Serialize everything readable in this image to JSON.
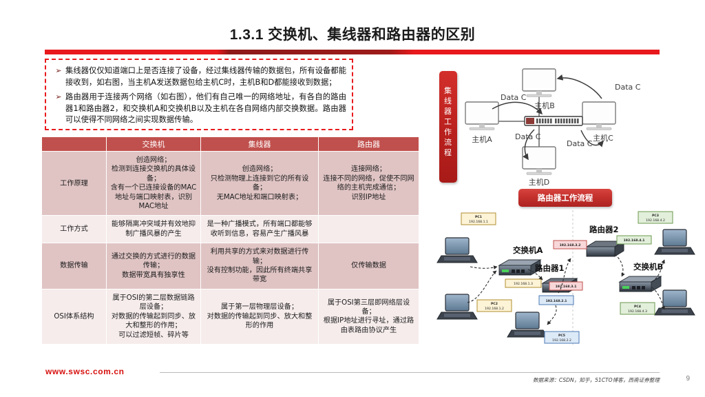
{
  "slide": {
    "title": "1.3.1 交换机、集线器和路由器的区别",
    "page_number": "9",
    "accent_color": "#e8191c",
    "header_bar_color": "#c0504d"
  },
  "bullets": [
    {
      "marker": "➢",
      "text": "集线器仅仅知道端口上是否连接了设备，经过集线器传输的数据包，所有设备都能接收到，如右图，当主机A发送数据包给主机C时，主机B和D都能接收到数据；"
    },
    {
      "marker": "➢",
      "text": "路由器用于连接两个网络（如右图），他们有自己唯一的网络地址，有各自的路由器1和路由器2，和交换机A和交换机B以及主机在各自网络内部交换数据。路由器可以使得不同网络之间实现数据传输。"
    }
  ],
  "table": {
    "headers": [
      "",
      "交换机",
      "集线器",
      "路由器"
    ],
    "rows": [
      {
        "label": "工作原理",
        "cells": [
          "创造网络；\n检测到连接交换机的具体设备；\n含有一个已连接设备的MAC地址与端口映射表，识别MAC地址",
          "创造网络；\n只检测物理上连接到它的所有设备；\n无MAC地址和端口映射表；",
          "连接网络；\n连接不同的网络，促使不同网络的主机完成通信；\n识别IP地址"
        ]
      },
      {
        "label": "工作方式",
        "cells": [
          "能够隔离冲突域并有效地抑制广播风暴的产生",
          "是一种广播模式，所有端口都能够收听到信息，容易产生广播风暴",
          ""
        ]
      },
      {
        "label": "数据传输",
        "cells": [
          "通过交换的方式进行的数据传输；\n数据带宽具有独享性",
          "利用共享的方式来对数据进行传输；\n没有控制功能，因此所有终端共享带宽",
          "仅传输数据"
        ]
      },
      {
        "label": "OSI体系结构",
        "cells": [
          "属于OSI的第二层数据链路层设备；\n对数据的传输起到同步、放大和整形的作用；\n可以过滤短帧、碎片等",
          "属于第一层物理层设备；\n对数据的传输起到同步、放大和整形的作用",
          "属于OSI第三层即网络层设备；\n根据IP地址进行寻址，通过路由表路由协议产生"
        ]
      }
    ]
  },
  "hub_diagram": {
    "banner": "集线器工作流程",
    "banner_chars": [
      "集",
      "线",
      "器",
      "工",
      "作",
      "流",
      "程"
    ],
    "hosts": [
      {
        "name": "主机A",
        "position": "left"
      },
      {
        "name": "主机B",
        "position": "top"
      },
      {
        "name": "主机C",
        "position": "right"
      },
      {
        "name": "主机D",
        "position": "bottom"
      }
    ],
    "flow_labels": [
      "Data C",
      "Data C",
      "Data C",
      "Data C"
    ],
    "center_device": "hub"
  },
  "router_diagram": {
    "banner": "路由器工作流程",
    "devices": [
      {
        "name": "交换机A",
        "type": "switch"
      },
      {
        "name": "路由器1",
        "type": "router"
      },
      {
        "name": "路由器2",
        "type": "router"
      },
      {
        "name": "交换机B",
        "type": "switch"
      }
    ],
    "nodes": [
      {
        "name": "PC1",
        "ip": "192.168.1.1",
        "style": "tan"
      },
      {
        "name": "PC2",
        "ip": "192.168.1.2",
        "style": "tan"
      },
      {
        "name": "PC3",
        "ip": "192.168.4.2",
        "style": "green"
      },
      {
        "name": "PC4",
        "ip": "192.168.4.3",
        "style": "green"
      },
      {
        "name": "PC5",
        "ip": "192.168.2.2",
        "style": "blue"
      }
    ],
    "interface_labels": [
      {
        "ip": "192.168.1.3",
        "style": "tan"
      },
      {
        "ip": "192.168.3.2",
        "style": "pink"
      },
      {
        "ip": "192.168.3.1",
        "style": "pink"
      },
      {
        "ip": "192.168.4.1",
        "style": "green"
      },
      {
        "ip": "192.168.2.1",
        "style": "blue"
      }
    ]
  },
  "footer": {
    "url": "www.swsc.com.cn",
    "source_note": "数据来源：CSDN，知乎，51CTO博客，西南证券整理",
    "page": "9"
  }
}
